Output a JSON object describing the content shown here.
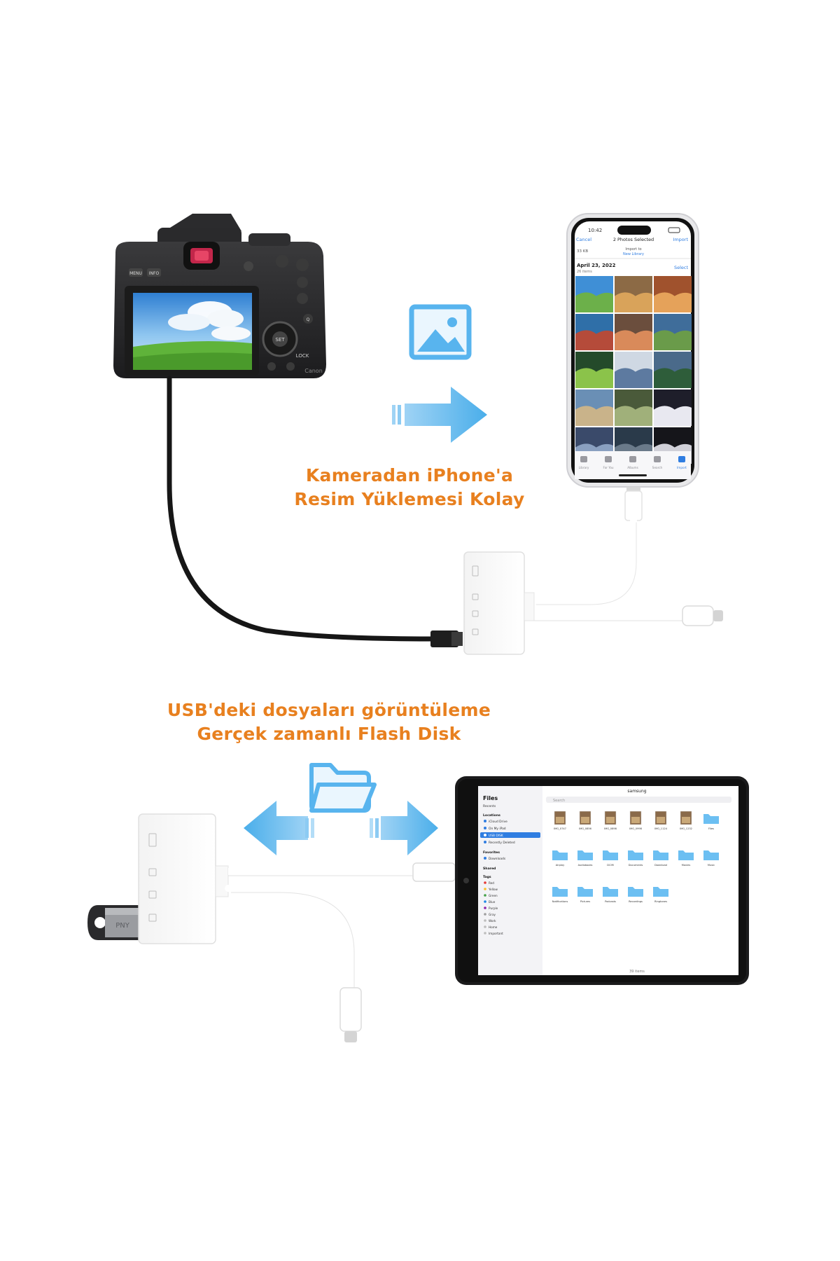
{
  "captions": {
    "camera_line1": "Kameradan iPhone'a",
    "camera_line2": "Resim Yüklemesi Kolay",
    "usb_line1": "USB'deki dosyaları görüntüleme",
    "usb_line2": "Gerçek zamanlı Flash Disk"
  },
  "camera": {
    "brand_mark": "Canon",
    "btn_menu": "MENU",
    "btn_info": "INFO",
    "btn_set": "SET",
    "btn_lock": "LOCK",
    "btn_q": "Q"
  },
  "iphone": {
    "time": "10:42",
    "nav_left": "Cancel",
    "nav_title": "2 Photos Selected",
    "nav_right": "Import",
    "sub_left": "33 KB",
    "sub_center_1": "Import to",
    "sub_center_2": "New Library",
    "date_label": "April 23, 2022",
    "date_sub": "26 items",
    "select_label": "Select",
    "tabs": [
      "Library",
      "For You",
      "Albums",
      "Search",
      "Import"
    ]
  },
  "ipad": {
    "window_title": "samsung",
    "sidebar_title": "Files",
    "sidebar_recents": "Recents",
    "sidebar_locations": "Locations",
    "sidebar_items": [
      "iCloud Drive",
      "On My iPad",
      "USB DISK",
      "Recently Deleted"
    ],
    "sidebar_favorites": "Favorites",
    "sidebar_fav_items": [
      "Downloads"
    ],
    "sidebar_shared": "Shared",
    "sidebar_tags": "Tags",
    "tags": [
      "Red",
      "Yellow",
      "Green",
      "Blue",
      "Purple",
      "Gray",
      "Work",
      "Home",
      "Important"
    ],
    "search_placeholder": "Search",
    "items_row1": [
      "IMG_0747",
      "IMG_0856",
      "IMG_0898",
      "IMG_0998",
      "IMG_1124",
      "IMG_1232",
      "Files"
    ],
    "items_row2": [
      "Airplay",
      "Audiobooks",
      "DCIM",
      "Documents",
      "Download",
      "Movies",
      "Music"
    ],
    "items_row3": [
      "Notifications",
      "Pictures",
      "Podcasts",
      "Recordings",
      "Ringtones"
    ],
    "footer": "39 items"
  },
  "flash_drive_brand": "PNY",
  "colors": {
    "caption_orange": "#e8801f",
    "arrow_blue": "#58b4ee",
    "icon_blue": "#58b4ee",
    "folder_blue": "#6cbff2"
  }
}
